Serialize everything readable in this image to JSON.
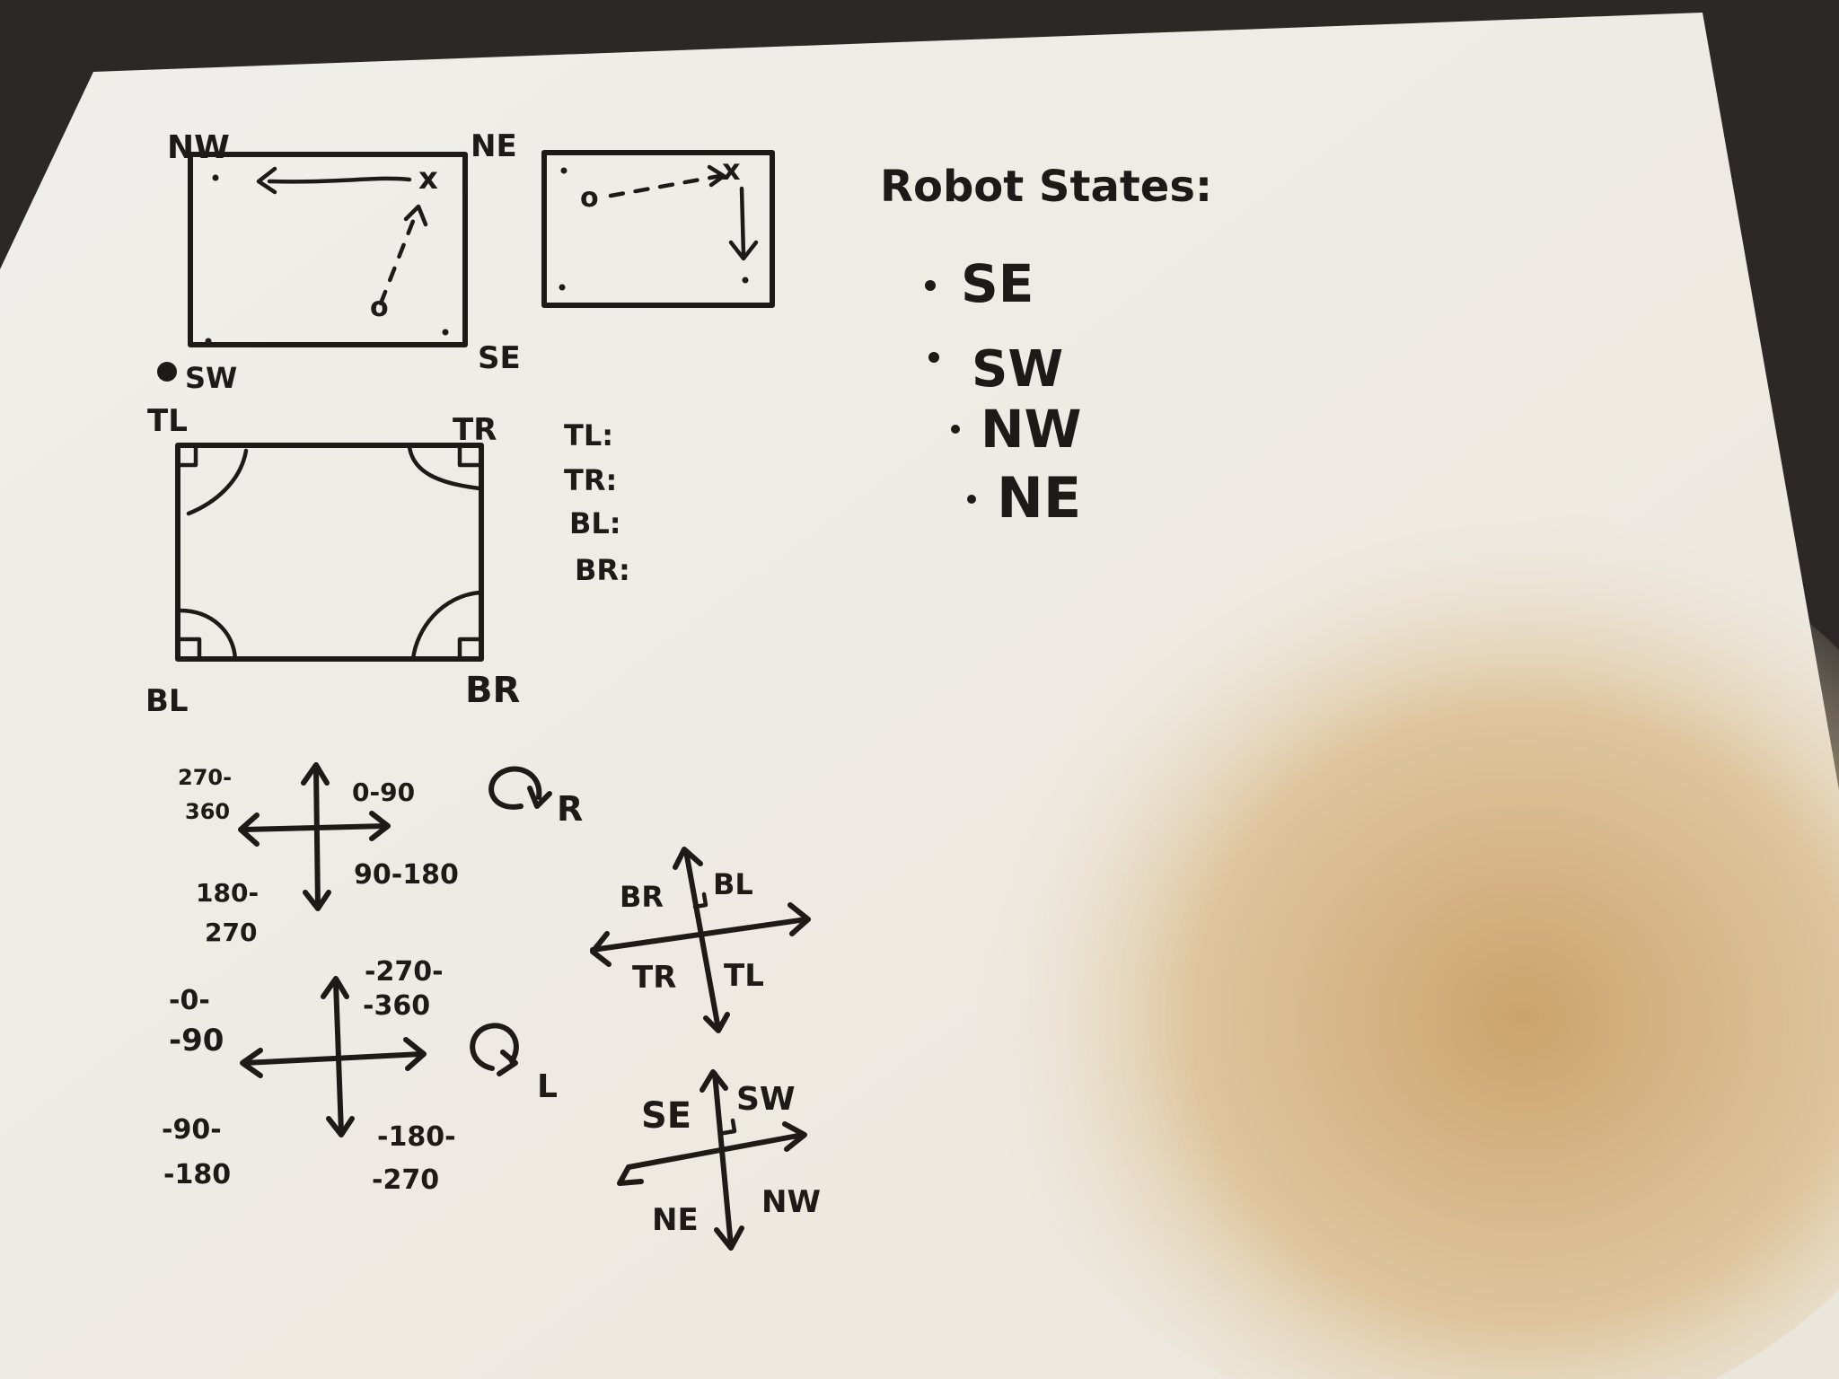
{
  "diagram_1": {
    "nw": "NW",
    "ne": "NE",
    "sw": "SW",
    "se": "SE",
    "start_mark": "o",
    "target_mark": "x"
  },
  "diagram_2": {
    "start_mark": "o",
    "target_mark": "x"
  },
  "diagram_3": {
    "tl": "TL",
    "tr": "TR",
    "bl": "BL",
    "br": "BR"
  },
  "corner_list": [
    "TL:",
    "TR:",
    "BL:",
    "BR:"
  ],
  "robot_states": {
    "title": "Robot States:",
    "items": [
      "SE",
      "SW",
      "NW",
      "NE"
    ]
  },
  "right_rotation": {
    "top_left": "270-",
    "top_left_2": "360",
    "top_right": "0-90",
    "bottom_left": "180-",
    "bottom_left_2": "270",
    "bottom_right": "90-180",
    "turn_label": "R"
  },
  "left_rotation": {
    "top_left": "-0-",
    "top_left_2": "-90",
    "top_right": "-270-",
    "top_right_2": "-360",
    "bottom_left": "-90-",
    "bottom_left_2": "-180",
    "bottom_right": "-180-",
    "bottom_right_2": "-270",
    "turn_label": "L"
  },
  "corner_axes": {
    "q1": "BR",
    "q2": "BL",
    "q3": "TR",
    "q4": "TL"
  },
  "state_axes": {
    "q1": "SE",
    "q2": "SW",
    "q3": "NE",
    "q4": "NW"
  },
  "colors": {
    "paper": "#f4f2ee",
    "ink": "#1e1a18",
    "background": "#2b2826",
    "shadow": "#cfa870"
  }
}
